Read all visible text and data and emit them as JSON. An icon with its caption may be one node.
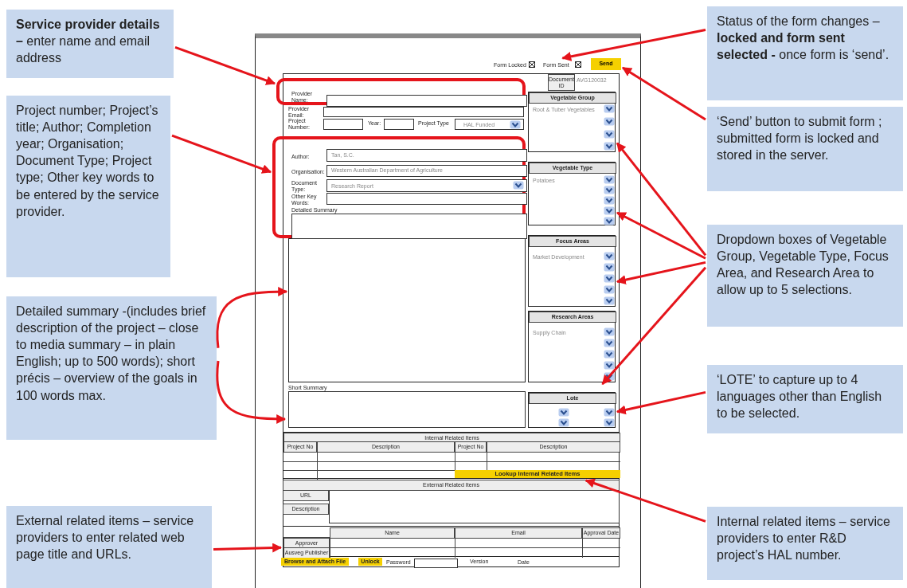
{
  "diagram": {
    "nodes": [
      {
        "text": [
          "**Service provider details –** enter name and email address"
        ]
      },
      {
        "text": [
          "Project number; Project’s title; Author; Completion year; Organisation; Document Type; Project type; Other key words to be entered by the service provider."
        ]
      },
      {
        "text": [
          "Detailed summary -(includes brief description of the project – close to media summary – in plain English; up to 500 words); short précis – overview of the goals in 100 words max."
        ]
      },
      {
        "text": [
          "External related items – service providers to enter related web page title and URLs."
        ]
      },
      {
        "text": [
          "Status of the form changes – **locked and form sent selected -** once form is ‘send’."
        ]
      },
      {
        "text": [
          "‘Send’ button to submit form ; submitted form is locked and stored in the server."
        ]
      },
      {
        "text": [
          "Dropdown boxes of Vegetable Group, Vegetable Type, Focus Area, and Research Area to allow up to 5 selections."
        ]
      },
      {
        "text": [
          "‘LOTE’ to capture up to 4 languages other than English to be selected."
        ]
      },
      {
        "text": [
          "Internal related items – service providers to enter R&D project’s HAL number."
        ]
      },
      {
        "text": [
          "Provider Name:"
        ]
      },
      {
        "text": [
          "Author:",
          "Tan, S.C.",
          "Organisation:",
          "Western Australian Department of Agriculture",
          "Document Type:",
          "Research Report",
          "Other Key Words:",
          "Detailed Summary"
        ]
      },
      {
        "text": [],
        "shape": "box"
      },
      {
        "text": [
          "Short Summary"
        ]
      },
      {
        "text": [
          "Form Locked",
          "Form Sent"
        ]
      },
      {
        "text": [
          "Send"
        ]
      },
      {
        "text": [
          "Vegetable Group",
          "Root & Tuber Vegetables"
        ]
      },
      {
        "text": [
          "Vegetable Type",
          "Potatoes"
        ]
      },
      {
        "text": [
          "Focus Areas",
          "Market Development"
        ]
      },
      {
        "text": [
          "Research Areas",
          "Supply Chain"
        ]
      },
      {
        "text": [
          "Lote"
        ]
      },
      {
        "text": [
          "Internal Related Items",
          "Project No",
          "Description",
          "Project No",
          "Description",
          "Lookup Internal Related Items"
        ]
      },
      {
        "text": [
          "Name",
          "Email",
          "Approval Date",
          "Approver",
          "Ausveg Publisher"
        ]
      }
    ],
    "edges": [
      {
        "from": 0,
        "to": 9,
        "arrow": "to"
      },
      {
        "from": 1,
        "to": 10,
        "arrow": "to"
      },
      {
        "from": 2,
        "to": 11,
        "arrow": "to"
      },
      {
        "from": 2,
        "to": 12,
        "arrow": "to"
      },
      {
        "from": 3,
        "to": 21,
        "arrow": "to"
      },
      {
        "from": 4,
        "to": 13,
        "arrow": "to"
      },
      {
        "from": 5,
        "to": 14,
        "arrow": "to"
      },
      {
        "from": 6,
        "to": 15,
        "arrow": "to"
      },
      {
        "from": 6,
        "to": 16,
        "arrow": "to"
      },
      {
        "from": 6,
        "to": 17,
        "arrow": "to"
      },
      {
        "from": 6,
        "to": 18,
        "arrow": "to"
      },
      {
        "from": 7,
        "to": 19,
        "arrow": "to"
      },
      {
        "from": 8,
        "to": 20,
        "arrow": "to"
      }
    ],
    "labels": [
      "Document ID",
      "AVG120032",
      "Provider Email:",
      "Project Number:",
      "Year:",
      "Project Type",
      "HAL Funded",
      "External Related Items",
      "URL",
      "Description",
      "Browse and Attach File",
      "Unlock",
      "Password",
      "Version",
      "Date"
    ]
  }
}
